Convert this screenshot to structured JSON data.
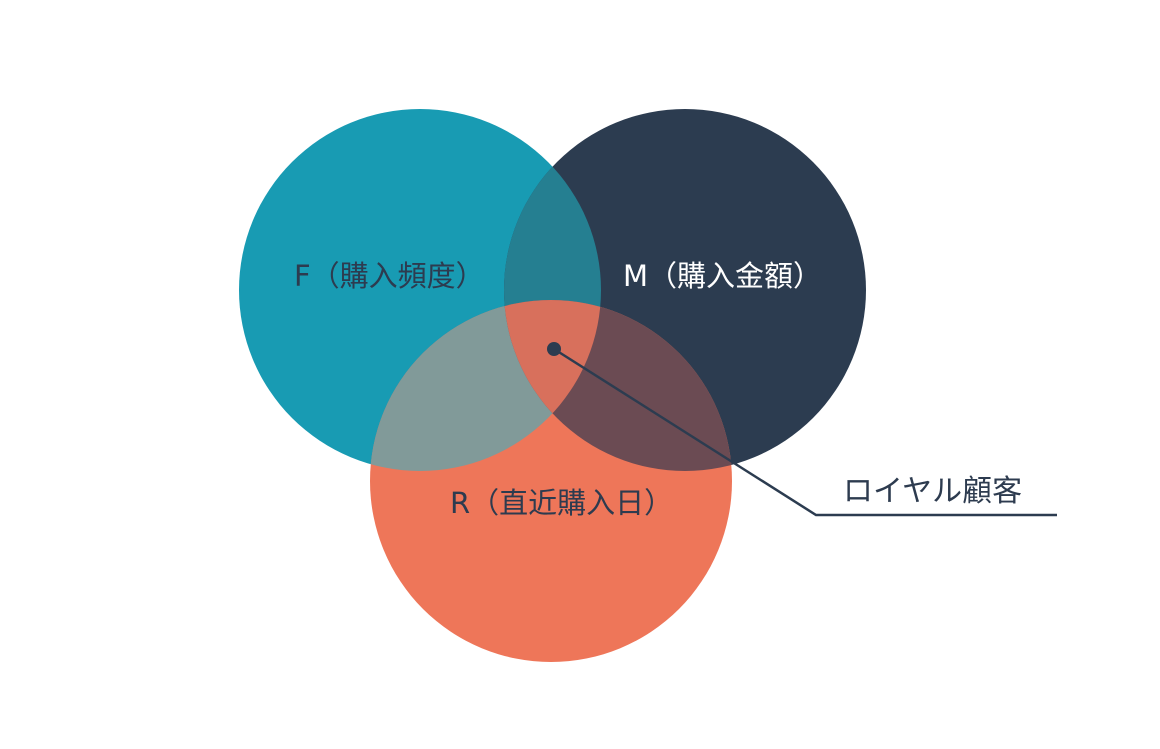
{
  "diagram": {
    "type": "venn",
    "colors": {
      "F": "#189bb3",
      "M": "#2c3c50",
      "R": "#ee7659",
      "FM": "#257f91",
      "FR": "#819a99",
      "MR": "#6b4b53",
      "FMR": "#d8705c",
      "line": "#2c3c50",
      "text_dark": "#2d3b4f",
      "text_light": "#ffffff"
    },
    "sets": [
      {
        "id": "F",
        "label": "F（購入頻度）"
      },
      {
        "id": "M",
        "label": "M（購入金額）"
      },
      {
        "id": "R",
        "label": "R（直近購入日）"
      }
    ],
    "callout": {
      "label": "ロイヤル顧客",
      "target": "F∩M∩R"
    }
  }
}
